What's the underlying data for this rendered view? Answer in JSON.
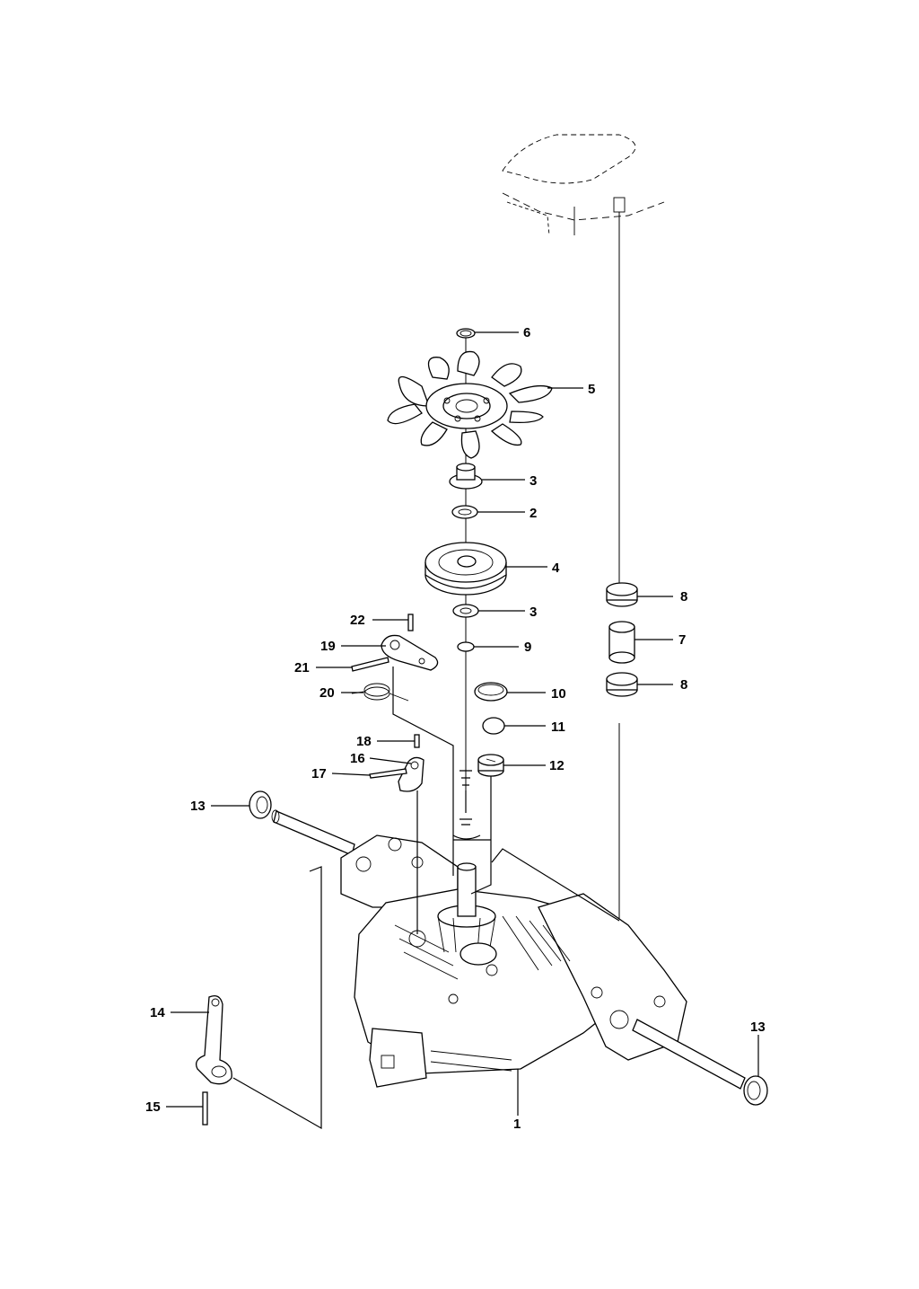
{
  "diagram": {
    "callouts": {
      "c1": "1",
      "c2": "2",
      "c3a": "3",
      "c3b": "3",
      "c4": "4",
      "c5": "5",
      "c6": "6",
      "c7": "7",
      "c8a": "8",
      "c8b": "8",
      "c9": "9",
      "c10": "10",
      "c11": "11",
      "c12": "12",
      "c13a": "13",
      "c13b": "13",
      "c14": "14",
      "c15": "15",
      "c16": "16",
      "c17": "17",
      "c18": "18",
      "c19": "19",
      "c20": "20",
      "c21": "21",
      "c22": "22"
    }
  }
}
